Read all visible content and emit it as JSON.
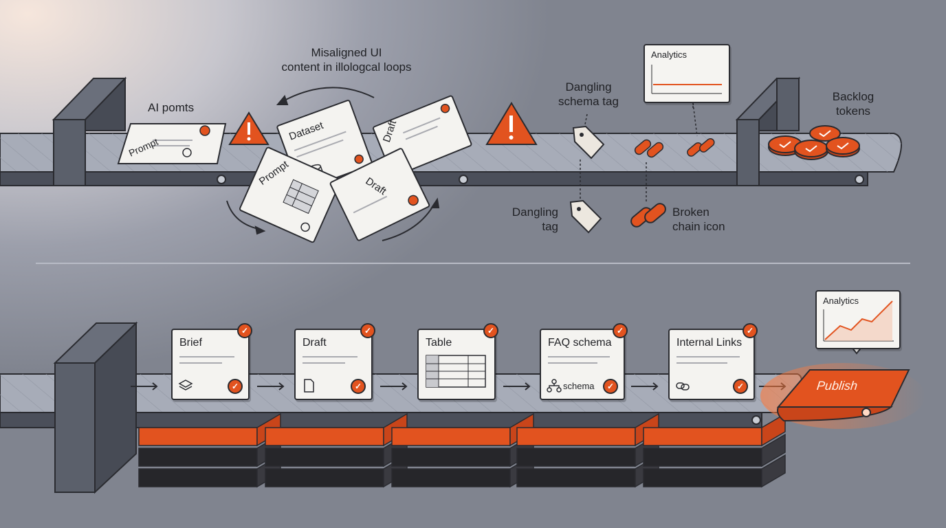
{
  "top": {
    "labels": {
      "ai_prompts": "AI pomts",
      "misaligned_l1": "Misaligned UI",
      "misaligned_l2": "content in illologcal loops",
      "dangling_schema_l1": "Dangling",
      "dangling_schema_l2": "schema tag",
      "dangling_tag_l1": "Dangling",
      "dangling_tag_l2": "tag",
      "broken_chain_l1": "Broken",
      "broken_chain_l2": "chain icon",
      "backlog_l1": "Backlog",
      "backlog_l2": "tokens"
    },
    "cards": {
      "prompt_1": "Prompt",
      "dataset": "Dataset",
      "draft_1": "Draft",
      "prompt_2": "Prompt",
      "draft_2": "Draft"
    },
    "analytics_title": "Analytics"
  },
  "bottom": {
    "stages": [
      {
        "title": "Brief",
        "icon": "layers-icon",
        "sub": ""
      },
      {
        "title": "Draft",
        "icon": "document-icon",
        "sub": ""
      },
      {
        "title": "Table",
        "icon": "table-icon",
        "sub": ""
      },
      {
        "title": "FAQ schema",
        "icon": "schema-tree-icon",
        "sub": "schema"
      },
      {
        "title": "Internal Links",
        "icon": "link-icon",
        "sub": ""
      }
    ],
    "publish_label": "Publish",
    "analytics_title": "Analytics"
  },
  "colors": {
    "accent": "#e2531f",
    "ink": "#2a2b30",
    "belt": "#a7acb8",
    "card": "#f4f3f0"
  }
}
